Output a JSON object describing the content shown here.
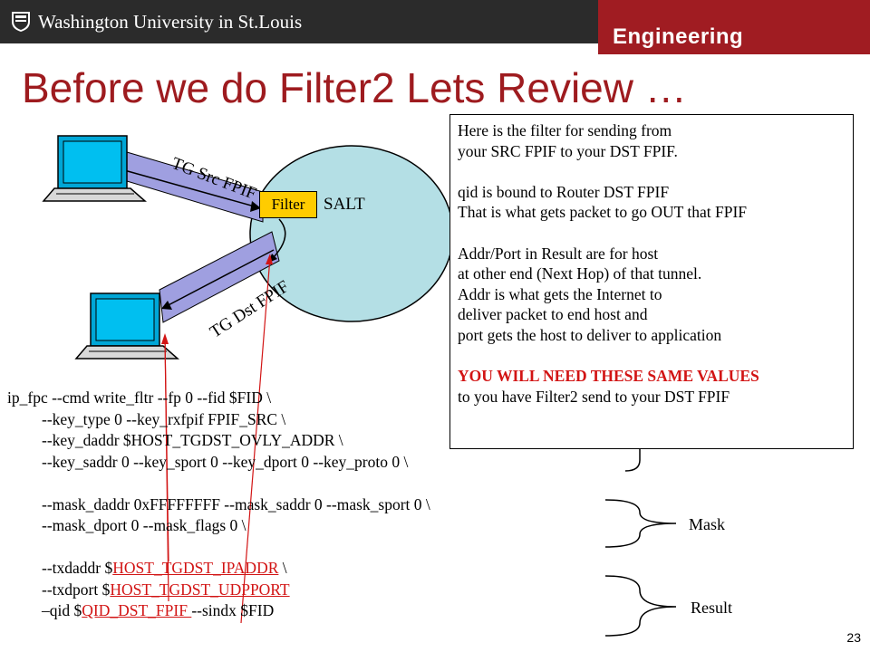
{
  "header": {
    "university": "Washington University in St.Louis",
    "department": "Engineering"
  },
  "title": "Before we do Filter2 Lets Review …",
  "diagram": {
    "tg_src_label": "TG Src FPIF",
    "tg_dst_label": "TG Dst FPIF",
    "filter_label": "Filter",
    "salt_label": "SALT"
  },
  "info_box": {
    "lines": [
      "Here is the filter for sending from",
      "your SRC FPIF to your DST FPIF.",
      "",
      "qid is bound to Router DST FPIF",
      "That is what gets packet to go OUT that FPIF",
      "",
      "Addr/Port in Result are for host",
      "at other end (Next Hop) of that tunnel.",
      "Addr is what gets the Internet to",
      "deliver packet to end host and",
      "port gets the host to deliver to application",
      ""
    ],
    "emphasis": "YOU WILL NEED THESE SAME VALUES",
    "last_line": "to you have Filter2  send to your DST FPIF"
  },
  "code": {
    "line1": "ip_fpc --cmd write_fltr --fp 0 --fid $FID \\",
    "line2": "--key_type 0 --key_rxfpif  FPIF_SRC \\",
    "line3": "--key_daddr $HOST_TGDST_OVLY_ADDR \\",
    "line4": "--key_saddr 0 --key_sport 0 --key_dport 0 --key_proto 0 \\",
    "line5": "--mask_daddr 0xFFFFFFFF --mask_saddr 0 --mask_sport 0 \\",
    "line6": "--mask_dport 0 --mask_flags 0 \\",
    "line7_pre": "--txdaddr $",
    "line7_var": "HOST_TGDST_IPADDR",
    "line7_post": "  \\",
    "line8_pre": "--txdport $",
    "line8_var": "HOST_TGDST_UDPPORT",
    "line9_pre": " –qid  $",
    "line9_var": "QID_DST_FPIF ",
    "line9_post": "  --sindx $FID"
  },
  "brackets": {
    "mask_label": "Mask",
    "result_label": "Result"
  },
  "page_number": "23",
  "colors": {
    "title_red": "#9e1b1f",
    "header_dark": "#2b2b2b",
    "engineering_red": "#a01c22",
    "salt_fill": "#b4dfe5",
    "tunnel_fill": "#9f9fe0",
    "filter_fill": "#ffcc00",
    "highlight_red": "#d21414"
  }
}
